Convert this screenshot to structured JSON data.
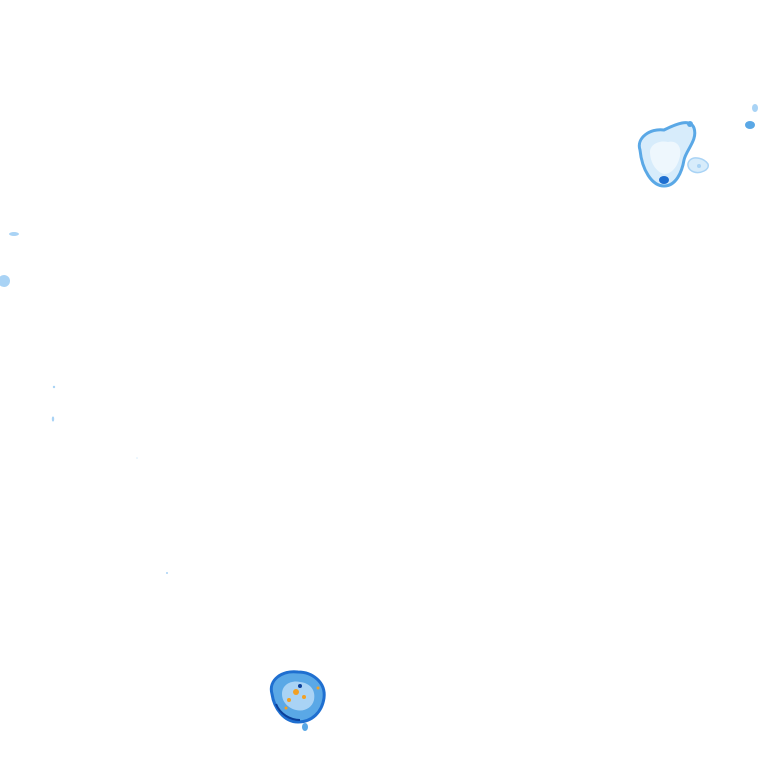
{
  "map": {
    "background_color": "#ffffff",
    "layer": "radar-reflectivity",
    "palette": {
      "very_light": "#d7ecfb",
      "light": "#a9d3f5",
      "medium": "#5aa8e6",
      "strong": "#1f6fd0",
      "intense": "#0b3f99",
      "core": "#f2a024"
    },
    "echoes": [
      {
        "id": "cell-northeast",
        "intensity": "medium"
      },
      {
        "id": "cell-northeast-fragment",
        "intensity": "light"
      },
      {
        "id": "cell-west-edge",
        "intensity": "light"
      },
      {
        "id": "cell-south",
        "intensity": "strong"
      }
    ]
  }
}
